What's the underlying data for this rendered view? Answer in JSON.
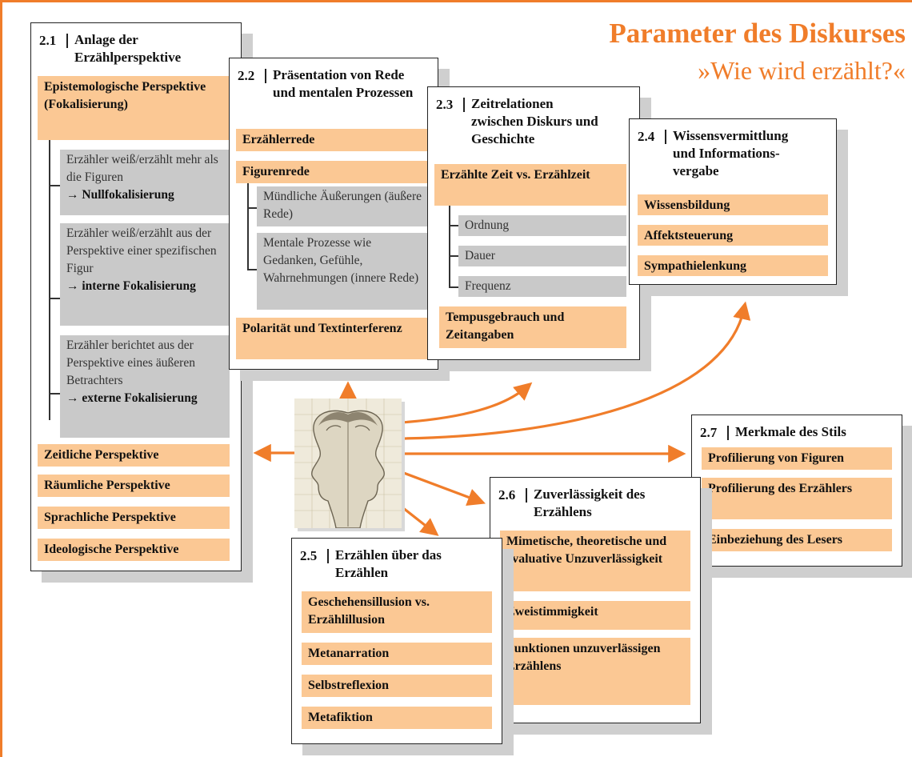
{
  "title": "Parameter des Diskurses",
  "subtitle": "»Wie wird erzählt?«",
  "boxes": {
    "b21": {
      "num": "2.1",
      "head": "Anlage der Erzählperspektive",
      "items": [
        "Epistemologische Perspektive (Fokalisierung)",
        "Zeitliche Perspektive",
        "Räumliche Perspektive",
        "Sprachliche Perspektive",
        "Ideologische Perspektive"
      ],
      "subitems": [
        {
          "text": "Erzähler weiß/erzählt mehr als die Figuren",
          "term": "→ Nullfokalisierung"
        },
        {
          "text": "Erzähler weiß/erzählt aus der Perspektive einer spezifischen Figur",
          "term": "→ interne Fokalisierung"
        },
        {
          "text": "Erzähler berichtet aus der Perspektive eines äußeren Betrachters",
          "term": "→ externe Fokalisierung"
        }
      ]
    },
    "b22": {
      "num": "2.2",
      "head": "Präsentation von Rede und mentalen Prozessen",
      "items": [
        "Erzählerrede",
        "Figurenrede",
        "Polarität und Textinterferenz"
      ],
      "subitems": [
        "Mündliche Äußerungen (äußere Rede)",
        "Mentale Prozesse wie Gedanken, Gefühle, Wahrnehmungen (innere Rede)"
      ]
    },
    "b23": {
      "num": "2.3",
      "head": "Zeitrelationen zwischen Diskurs und Geschichte",
      "items": [
        "Erzählte Zeit vs. Erzählzeit",
        "Tempusgebrauch und Zeitangaben"
      ],
      "subitems": [
        "Ordnung",
        "Dauer",
        "Frequenz"
      ]
    },
    "b24": {
      "num": "2.4",
      "head": "Wissensvermittlung und Informations-vergabe",
      "items": [
        "Wissensbildung",
        "Affektsteuerung",
        "Sympathielenkung"
      ]
    },
    "b25": {
      "num": "2.5",
      "head": "Erzählen über das Erzählen",
      "items": [
        "Geschehensillusion vs. Erzählillusion",
        "Metanarration",
        "Selbstreflexion",
        "Metafiktion"
      ]
    },
    "b26": {
      "num": "2.6",
      "head": "Zuverlässigkeit des Erzählens",
      "items": [
        "Mimetische, theoretische und evaluative Unzuverlässigkeit",
        "Zweistimmigkeit",
        "Funktionen unzuverlässigen Erzählens"
      ]
    },
    "b27": {
      "num": "2.7",
      "head": "Merkmale des Stils",
      "items": [
        "Profilierung von Figuren",
        "Profilierung des Erzählers",
        "Einbeziehung des Lesers"
      ]
    }
  },
  "colors": {
    "accent": "#f07d2a",
    "item_fill": "#fbc894",
    "sub_fill": "#c9c9c9"
  }
}
